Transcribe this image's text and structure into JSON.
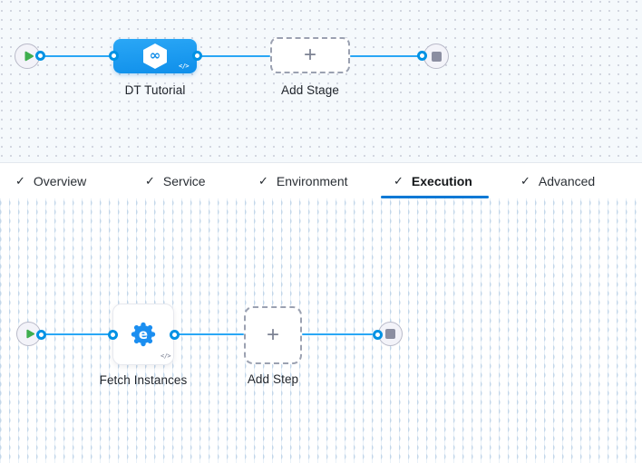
{
  "pipeline": {
    "stage": {
      "label": "DT Tutorial",
      "infinity_glyph": "∞",
      "code_glyph": "</>"
    },
    "add_stage": {
      "label": "Add Stage",
      "plus_glyph": "+"
    }
  },
  "tabs": {
    "check_glyph": "✓",
    "items": [
      {
        "label": "Overview",
        "checked": true,
        "active": false
      },
      {
        "label": "Service",
        "checked": true,
        "active": false
      },
      {
        "label": "Environment",
        "checked": true,
        "active": false
      },
      {
        "label": "Execution",
        "checked": true,
        "active": true
      },
      {
        "label": "Advanced",
        "checked": true,
        "active": false
      }
    ]
  },
  "execution": {
    "step": {
      "label": "Fetch Instances",
      "step_icon_letter": "e",
      "code_glyph": "</>"
    },
    "add_step": {
      "label": "Add Step",
      "plus_glyph": "+"
    }
  },
  "colors": {
    "stage_node_blue": "#1b9ef2",
    "connector_blue": "#2aa7f5",
    "port_ring_blue": "#0092e4",
    "active_tab_underline": "#0278d5",
    "play_green": "#3fae4f",
    "stop_gray": "#8b8ea1",
    "canvas_top_bg": "#f5f9fc"
  }
}
